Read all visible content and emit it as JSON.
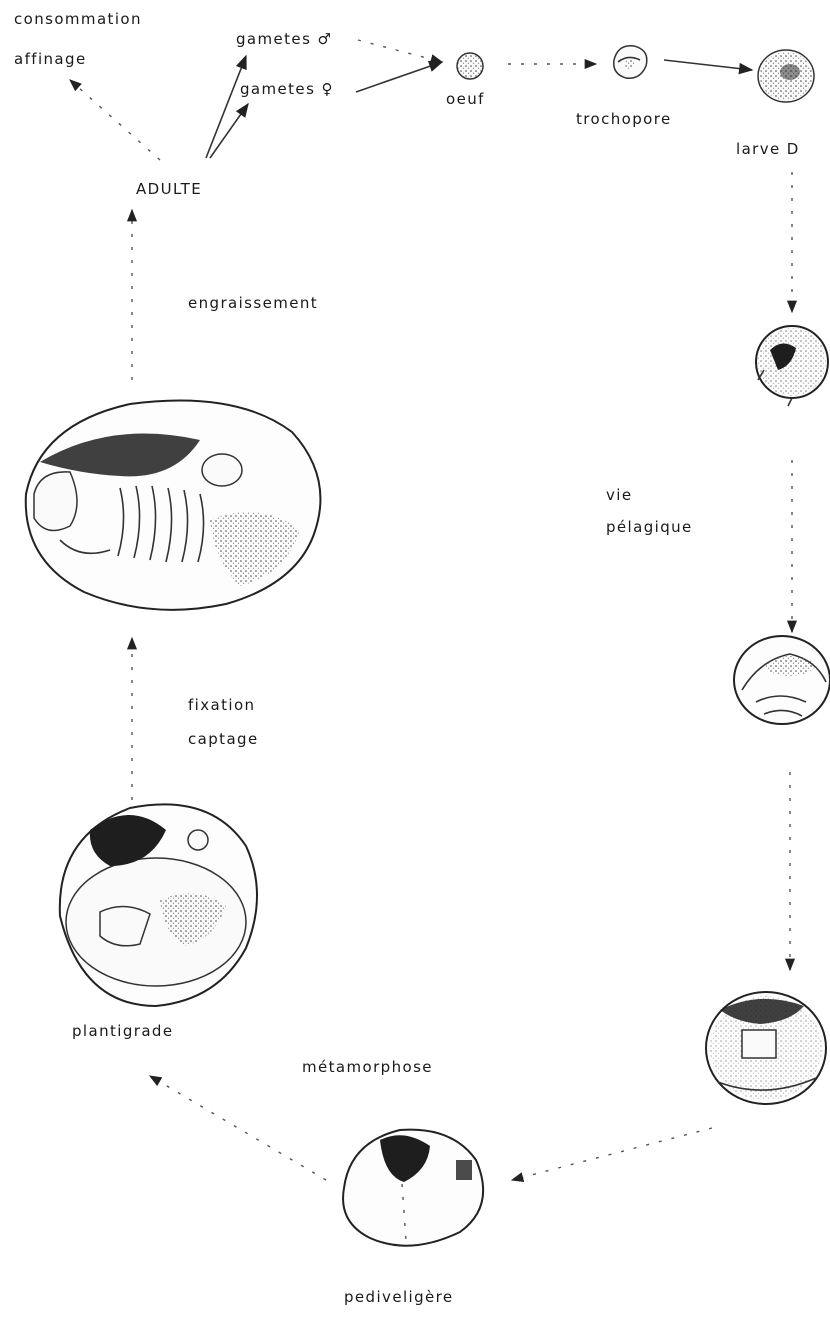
{
  "diagram": {
    "labels": {
      "consommation": "consommation",
      "affinage": "affinage",
      "gametes_m": "gametes ♂",
      "gametes_f": "gametes ♀",
      "oeuf": "oeuf",
      "trochopore": "trochopore",
      "larve_d": "larve D",
      "adulte": "ADULTE",
      "engraissement": "engraissement",
      "vie": "vie",
      "pelagique": "pélagique",
      "fixation": "fixation",
      "captage": "captage",
      "plantigrade": "plantigrade",
      "metamorphose": "métamorphose",
      "pediveligere": "pediveligère"
    }
  }
}
